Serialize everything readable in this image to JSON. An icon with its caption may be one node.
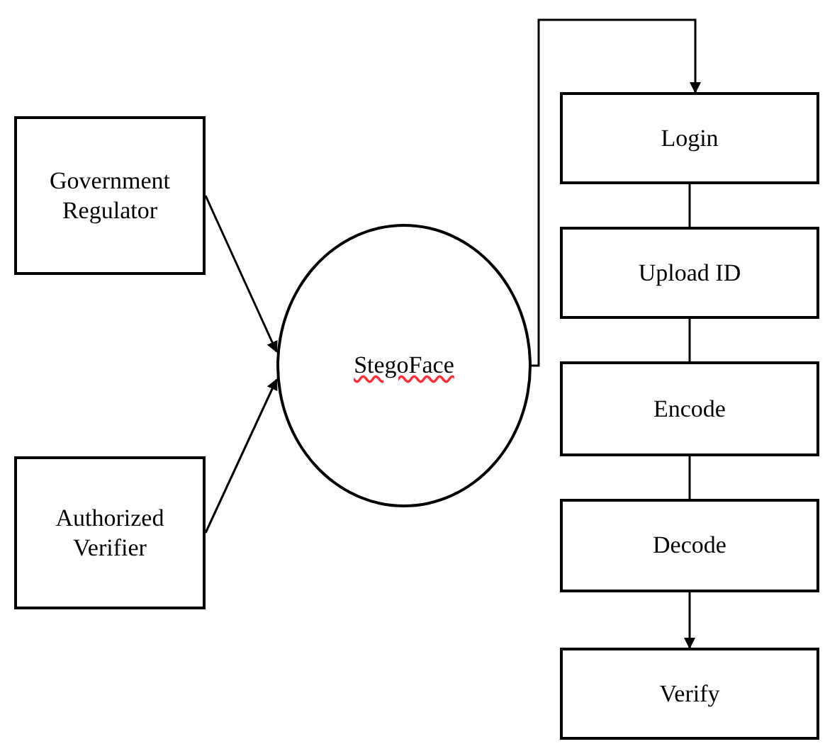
{
  "diagram": {
    "nodes": [
      {
        "text": [
          "Government Regulator"
        ]
      },
      {
        "text": [
          "Authorized Verifier"
        ]
      },
      {
        "text": [
          "StegoFace"
        ]
      },
      {
        "text": [
          "Login"
        ]
      },
      {
        "text": [
          "Upload ID"
        ]
      },
      {
        "text": [
          "Encode"
        ]
      },
      {
        "text": [
          "Decode"
        ]
      },
      {
        "text": [
          "Verify"
        ]
      }
    ],
    "edges": [
      {
        "from": 0,
        "to": 2,
        "arrow": "to"
      },
      {
        "from": 1,
        "to": 2,
        "arrow": "to"
      },
      {
        "from": 2,
        "to": 3,
        "arrow": "to"
      },
      {
        "from": 3,
        "to": 4,
        "arrow": "none"
      },
      {
        "from": 4,
        "to": 5,
        "arrow": "none"
      },
      {
        "from": 5,
        "to": 6,
        "arrow": "none"
      },
      {
        "from": 6,
        "to": 7,
        "arrow": "to"
      }
    ]
  }
}
